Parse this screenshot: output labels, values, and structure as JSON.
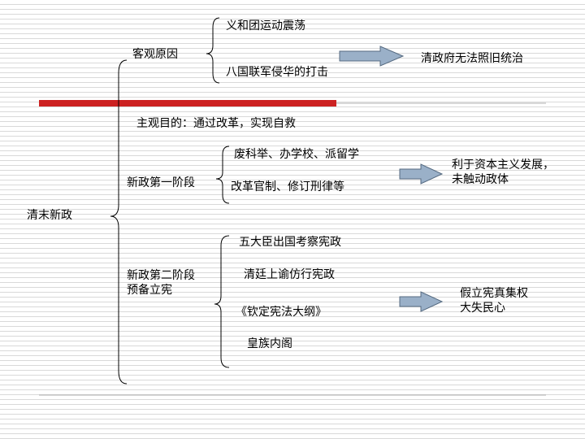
{
  "root": "清末新政",
  "objective": {
    "label": "客观原因",
    "items": [
      "义和团运动震荡",
      "八国联军侵华的打击"
    ],
    "result": "清政府无法照旧统治"
  },
  "subjective": "主观目的：通过改革，实现自救",
  "phase1": {
    "label": "新政第一阶段",
    "items": [
      "废科举、办学校、派留学",
      "改革官制、修订刑律等"
    ],
    "result": [
      "利于资本主义发展，",
      "未触动政体"
    ]
  },
  "phase2": {
    "label": [
      "新政第二阶段",
      "预备立宪"
    ],
    "items": [
      "五大臣出国考察宪政",
      "清廷上谕仿行宪政",
      "《钦定宪法大纲》",
      "皇族内阁"
    ],
    "result": [
      "假立宪真集权",
      "大失民心"
    ]
  },
  "colors": {
    "divider_red": "#cc2222",
    "arrow_fill": "#9ab0c8",
    "arrow_stroke": "#556a80",
    "stripe": "#d9d9d9"
  }
}
